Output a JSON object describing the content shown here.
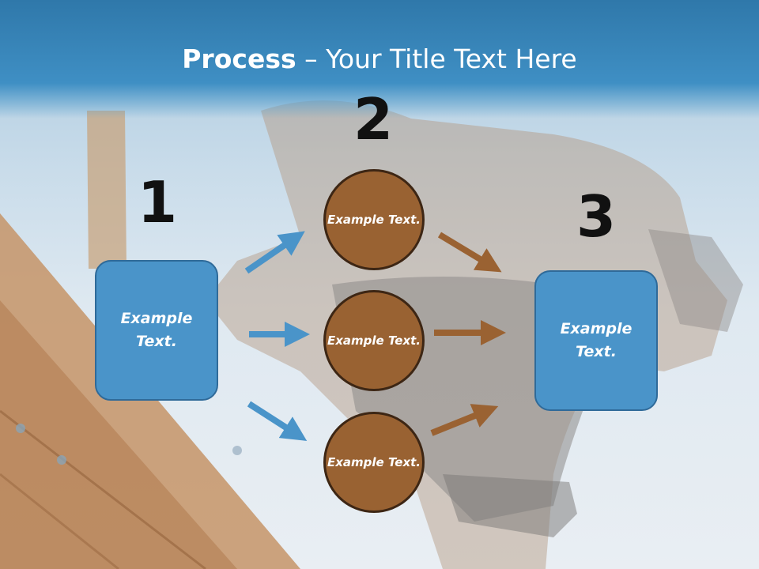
{
  "title": {
    "bold": "Process",
    "rest": " – Your Title Text Here"
  },
  "steps": {
    "one": "1",
    "two": "2",
    "three": "3"
  },
  "left_box": {
    "line1": "Example",
    "line2": "Text."
  },
  "right_box": {
    "line1": "Example",
    "line2": "Text."
  },
  "circles": [
    {
      "line1": "Example",
      "line2": "Text."
    },
    {
      "line1": "Example",
      "line2": "Text."
    },
    {
      "line1": "Example",
      "line2": "Text."
    }
  ],
  "colors": {
    "header": "#3f8fc4",
    "box": "#4a94c9",
    "circle": "#996232",
    "blue_arrow": "#4a94c9",
    "brown_arrow": "#9a6232"
  }
}
